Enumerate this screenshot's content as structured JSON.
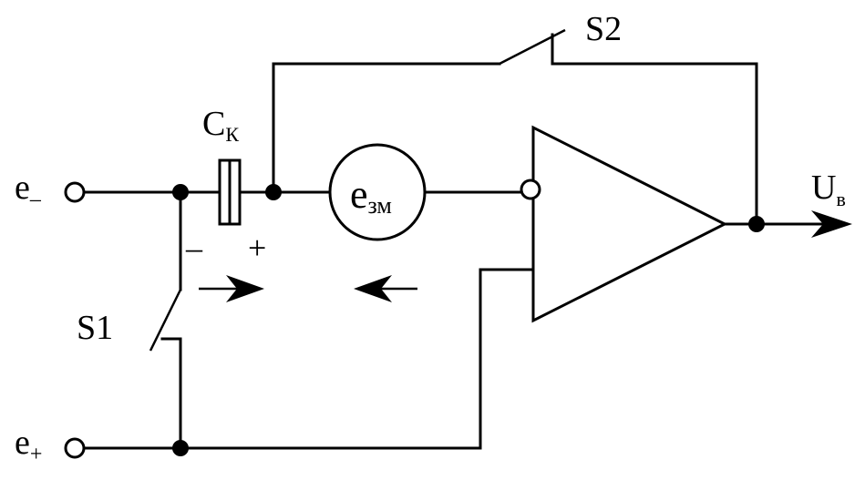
{
  "labels": {
    "input_minus": {
      "main": "e",
      "sub": "–"
    },
    "input_plus": {
      "main": "e",
      "sub": "+"
    },
    "capacitor": {
      "main": "C",
      "sub": "К"
    },
    "source": {
      "main": "e",
      "sub": "зм"
    },
    "output": {
      "main": "U",
      "sub": "в"
    },
    "switch_1": "S1",
    "switch_2": "S2",
    "cap_minus": "–",
    "cap_plus": "+"
  },
  "colors": {
    "ink": "#000000",
    "background": "#ffffff"
  }
}
